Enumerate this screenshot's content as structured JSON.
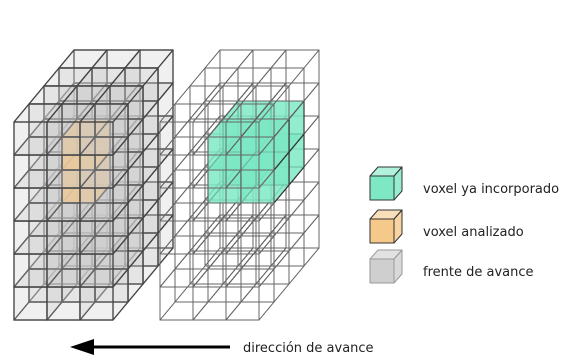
{
  "colors": {
    "front": "#cfcfcf",
    "frontEdge": "#444444",
    "analyzed": "#f5c98a",
    "analyzedEdge": "#333333",
    "incorporated": "#7ee8c4",
    "incorporatedEdge": "#333333",
    "wire": "#666666",
    "arrow": "#000000"
  },
  "legend": [
    {
      "key": "incorporated",
      "label": "voxel ya incorporado"
    },
    {
      "key": "analyzed",
      "label": "voxel analizado"
    },
    {
      "key": "front",
      "label": "frente de avance"
    }
  ],
  "caption": "dirección de avance"
}
